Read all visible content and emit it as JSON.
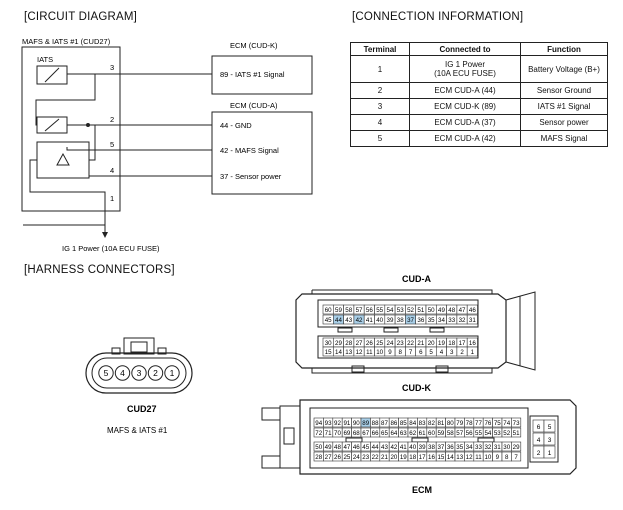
{
  "headings": {
    "circuit": "[CIRCUIT DIAGRAM]",
    "connection": "[CONNECTION INFORMATION]",
    "harness": "[HARNESS CONNECTORS]"
  },
  "circuit": {
    "sensor_title": "MAFS & IATS #1 (CUD27)",
    "iats_label": "IATS",
    "ecm_k_label": "ECM (CUD-K)",
    "ecm_a_label": "ECM (CUD-A)",
    "ground_note": "IG 1 Power (10A ECU FUSE)",
    "wires": [
      {
        "pin": "3",
        "ecm_label": "89 - IATS #1 Signal"
      },
      {
        "pin": "2",
        "ecm_label": "44 - GND"
      },
      {
        "pin": "5",
        "ecm_label": "42 - MAFS Signal"
      },
      {
        "pin": "4",
        "ecm_label": "37 - Sensor power"
      },
      {
        "pin": "1",
        "ecm_label": ""
      }
    ]
  },
  "table": {
    "headers": [
      "Terminal",
      "Connected to",
      "Function"
    ],
    "rows": [
      {
        "terminal": "1",
        "connected_line1": "IG 1 Power",
        "connected_line2": "(10A ECU FUSE)",
        "function": "Battery Voltage (B+)"
      },
      {
        "terminal": "2",
        "connected_line1": "ECM CUD-A (44)",
        "connected_line2": "",
        "function": "Sensor Ground"
      },
      {
        "terminal": "3",
        "connected_line1": "ECM CUD-K (89)",
        "connected_line2": "",
        "function": "IATS #1 Signal"
      },
      {
        "terminal": "4",
        "connected_line1": "ECM CUD-A (37)",
        "connected_line2": "",
        "function": "Sensor power"
      },
      {
        "terminal": "5",
        "connected_line1": "ECM CUD-A (42)",
        "connected_line2": "",
        "function": "MAFS Signal"
      }
    ]
  },
  "harness": {
    "cud27_title": "CUD27",
    "cud27_subtitle": "MAFS & IATS #1",
    "cud27_pins": [
      "5",
      "4",
      "3",
      "2",
      "1"
    ],
    "cud_a_title": "CUD-A",
    "cud_k_title": "CUD-K",
    "ecm_title": "ECM",
    "highlight_color": "#a9cfe8",
    "cud_a_rows": [
      [
        "60",
        "59",
        "58",
        "57",
        "56",
        "55",
        "54",
        "53",
        "52",
        "51",
        "50",
        "49",
        "48",
        "47",
        "46"
      ],
      [
        "45",
        "44",
        "43",
        "42",
        "41",
        "40",
        "39",
        "38",
        "37",
        "36",
        "35",
        "34",
        "33",
        "32",
        "31"
      ],
      [
        "30",
        "29",
        "28",
        "27",
        "26",
        "25",
        "24",
        "23",
        "22",
        "21",
        "20",
        "19",
        "18",
        "17",
        "16"
      ],
      [
        "15",
        "14",
        "13",
        "12",
        "11",
        "10",
        "9",
        "8",
        "7",
        "6",
        "5",
        "4",
        "3",
        "2",
        "1"
      ]
    ],
    "cud_a_highlight": [
      "44",
      "42",
      "37"
    ],
    "cud_k_rows": [
      [
        "94",
        "93",
        "92",
        "91",
        "90",
        "89",
        "88",
        "87",
        "86",
        "85",
        "84",
        "83",
        "82",
        "81",
        "80",
        "79",
        "78",
        "77",
        "76",
        "75",
        "74",
        "73"
      ],
      [
        "72",
        "71",
        "70",
        "69",
        "68",
        "67",
        "66",
        "65",
        "64",
        "63",
        "62",
        "61",
        "60",
        "59",
        "58",
        "57",
        "56",
        "55",
        "54",
        "53",
        "52",
        "51"
      ],
      [
        "50",
        "49",
        "48",
        "47",
        "46",
        "45",
        "44",
        "43",
        "42",
        "41",
        "40",
        "39",
        "38",
        "37",
        "36",
        "35",
        "34",
        "33",
        "32",
        "31",
        "30",
        "29"
      ],
      [
        "28",
        "27",
        "26",
        "25",
        "24",
        "23",
        "22",
        "21",
        "20",
        "19",
        "18",
        "17",
        "16",
        "15",
        "14",
        "13",
        "12",
        "11",
        "10",
        "9",
        "8",
        "7"
      ]
    ],
    "cud_k_highlight": [
      "89"
    ],
    "cud_k_side": [
      [
        "6",
        "5"
      ],
      [
        "4",
        "3"
      ],
      [
        "2",
        "1"
      ]
    ]
  }
}
